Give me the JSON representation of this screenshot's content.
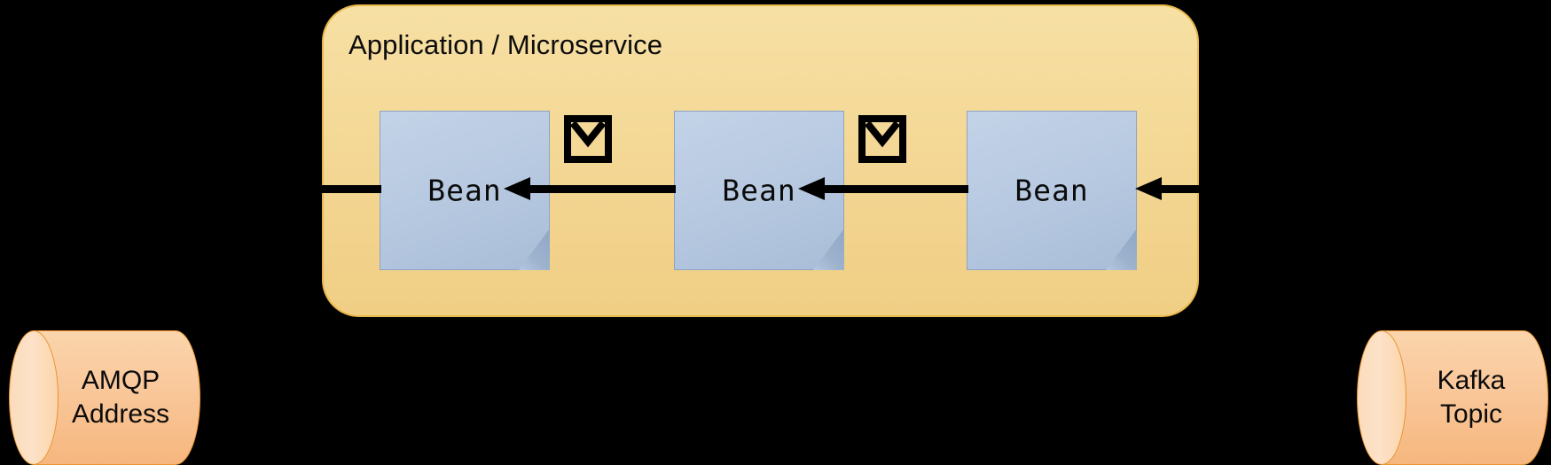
{
  "diagram": {
    "background_color": "#000000",
    "container": {
      "title": "Application / Microservice",
      "fill_color": "#f0ce84",
      "border_color": "#e8b84b"
    },
    "beans": [
      {
        "label": "Bean",
        "fill_color": "#b6c8e0"
      },
      {
        "label": "Bean",
        "fill_color": "#b6c8e0"
      },
      {
        "label": "Bean",
        "fill_color": "#b6c8e0"
      }
    ],
    "messages": [
      {
        "icon": "envelope-icon"
      },
      {
        "icon": "envelope-icon"
      }
    ],
    "endpoints": [
      {
        "id": "amqp",
        "line1": "AMQP",
        "line2": "Address",
        "shape": "cylinder",
        "fill_color": "#f9c79a",
        "border_color": "#e8942f"
      },
      {
        "id": "kafka",
        "line1": "Kafka",
        "line2": "Topic",
        "shape": "cylinder",
        "fill_color": "#f9c79a",
        "border_color": "#e8942f"
      }
    ],
    "flows": [
      {
        "name": "inbound-from-right",
        "direction": "left"
      },
      {
        "name": "bean3-to-bean2",
        "direction": "left"
      },
      {
        "name": "bean2-to-bean1",
        "direction": "left"
      },
      {
        "name": "outbound-to-left",
        "direction": "left"
      }
    ]
  }
}
